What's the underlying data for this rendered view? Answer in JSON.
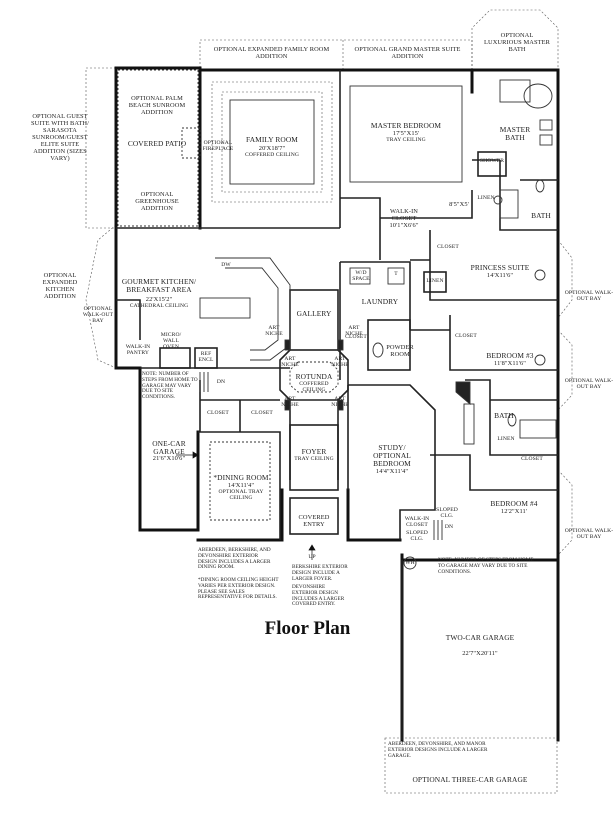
{
  "title": "Floor Plan",
  "rooms": {
    "expanded_family": "OPTIONAL EXPANDED FAMILY ROOM ADDITION",
    "grand_master": "OPTIONAL GRAND MASTER SUITE ADDITION",
    "luxurious_bath": "OPTIONAL LUXURIOUS MASTER BATH",
    "guest_suite": "OPTIONAL GUEST SUITE WITH BATH/ SARASOTA SUNROOM/GUEST ELITE SUITE ADDITION (SIZES VARY)",
    "palm_beach": "OPTIONAL PALM BEACH SUNROOM ADDITION",
    "covered_patio": "COVERED PATIO",
    "greenhouse": "OPTIONAL GREENHOUSE ADDITION",
    "optional_fireplace": "OPTIONAL FIREPLACE",
    "family_room": "FAMILY ROOM",
    "family_dim": "20'X18'7\"",
    "family_ceiling": "COFFERED CEILING",
    "master_bedroom": "MASTER BEDROOM",
    "master_dim": "17'5\"X15'",
    "master_ceiling": "TRAY CEILING",
    "master_bath": "MASTER BATH",
    "shower": "SHOWER",
    "linen1": "LINEN",
    "bath1": "BATH",
    "closet_dim": "8'5\"X5'",
    "walkin_closet": "WALK-IN CLOSET",
    "walkin_dim": "10'1\"X6'6\"",
    "closet_ps": "CLOSET",
    "princess_suite": "PRINCESS SUITE",
    "princess_dim": "14'X11'6\"",
    "walkout1": "OPTIONAL WALK-OUT BAY",
    "walkout2": "OPTIONAL WALK-OUT BAY",
    "walkout3": "OPTIONAL WALK-OUT BAY",
    "linen2": "LINEN",
    "wd_space": "W/D SPACE",
    "t_mark": "T",
    "laundry": "LAUNDRY",
    "closet_laundry": "CLOSET",
    "powder_room": "POWDER ROOM",
    "closet_b3": "CLOSET",
    "bedroom3": "BEDROOM #3",
    "bedroom3_dim": "11'8\"X11'6\"",
    "bath2": "BATH",
    "linen3": "LINEN",
    "closet_b4a": "CLOSET",
    "bedroom4": "BEDROOM #4",
    "bedroom4_dim": "12'2\"X11'",
    "study": "STUDY/ OPTIONAL BEDROOM",
    "study_dim": "14'4\"X11'4\"",
    "gallery": "GALLERY",
    "art_niche": "ART NICHE",
    "rotunda": "ROTUNDA",
    "rotunda_ceiling": "COFFERED CEILING",
    "foyer": "FOYER",
    "foyer_ceiling": "TRAY CEILING",
    "covered_entry": "COVERED ENTRY",
    "dining_room": "*DINING ROOM",
    "dining_dim": "14'X11'4\"",
    "dining_ceiling": "OPTIONAL TRAY CEILING",
    "closet_d1": "CLOSET",
    "closet_d2": "CLOSET",
    "one_car": "ONE-CAR GARAGE",
    "one_car_dim": "21'6\"X10'6\"",
    "expanded_kitchen": "OPTIONAL EXPANDED KITCHEN ADDITION",
    "walkout_left": "OPTIONAL WALK-OUT BAY",
    "dw": "DW",
    "kitchen": "GOURMET KITCHEN/ BREAKFAST AREA",
    "kitchen_dim": "22'X15'2\"",
    "kitchen_ceiling": "CATHEDRAL CEILING",
    "micro": "MICRO/ WALL OVEN",
    "ref": "REF ENCL",
    "walkin_pantry": "WALK-IN PANTRY",
    "dn1": "DN",
    "dn2": "DN",
    "up": "UP",
    "wh": "WH",
    "walkin_closet2": "WALK-IN CLOSET",
    "sloped": "SLOPED CLG.",
    "sloped2": "SLOPED CLG.",
    "two_car": "TWO-CAR GARAGE",
    "two_car_dim": "22'7\"X20'11\"",
    "three_car": "OPTIONAL THREE-CAR GARAGE"
  },
  "notes": {
    "steps_left": "NOTE: NUMBER OF STEPS FROM HOME TO GARAGE MAY VARY DUE TO SITE CONDITIONS.",
    "steps_right": "NOTE: NUMBER OF STEPS FROM HOME TO GARAGE MAY VARY DUE TO SITE CONDITIONS.",
    "aberdeen_dining": "ABERDEEN, BERKSHIRE, AND DEVONSHIRE EXTERIOR DESIGN INCLUDES A LARGER DINING ROOM.",
    "dining_height": "*DINING ROOM CEILING HEIGHT VARIES PER EXTERIOR DESIGN. PLEASE SEE SALES REPRESENTATIVE FOR DETAILS.",
    "berkshire_foyer": "BERKSHIRE EXTERIOR DESIGN INCLUDE A LARGER FOYER.",
    "devonshire_entry": "DEVONSHIRE EXTERIOR DESIGN INCLUDES A LARGER COVERED ENTRY.",
    "aberdeen_garage": "ABERDEEN, DEVONSHIRE, AND MANOR EXTERIOR DESIGNS INCLUDE A LARGER GARAGE."
  }
}
